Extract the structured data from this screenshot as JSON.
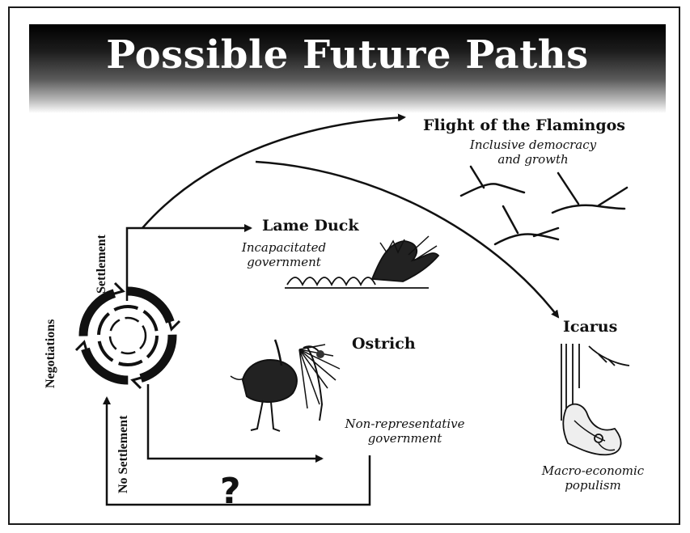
{
  "title": "Possible Future Paths",
  "paths": {
    "flamingos": {
      "name": "Flight of the Flamingos",
      "description": [
        "Inclusive democracy",
        "and growth"
      ]
    },
    "lame_duck": {
      "name": "Lame Duck",
      "description": [
        "Incapacitated",
        "government"
      ]
    },
    "icarus": {
      "name": "Icarus",
      "description": [
        "Macro-economic",
        "populism"
      ]
    },
    "ostrich": {
      "name": "Ostrich",
      "description": [
        "Non-representative",
        "government"
      ]
    }
  },
  "branches": {
    "settlement": "Settlement",
    "no_settlement": "No Settlement",
    "negotiations": "Negotiations",
    "unknown_path": "?"
  },
  "illustrations": [
    "flamingo-birds",
    "lame-duck-bird",
    "ostrich-bird",
    "icarus-figure"
  ],
  "colors": {
    "title_text": "#ffffff",
    "title_band_top": "#000000",
    "ink": "#111111"
  }
}
